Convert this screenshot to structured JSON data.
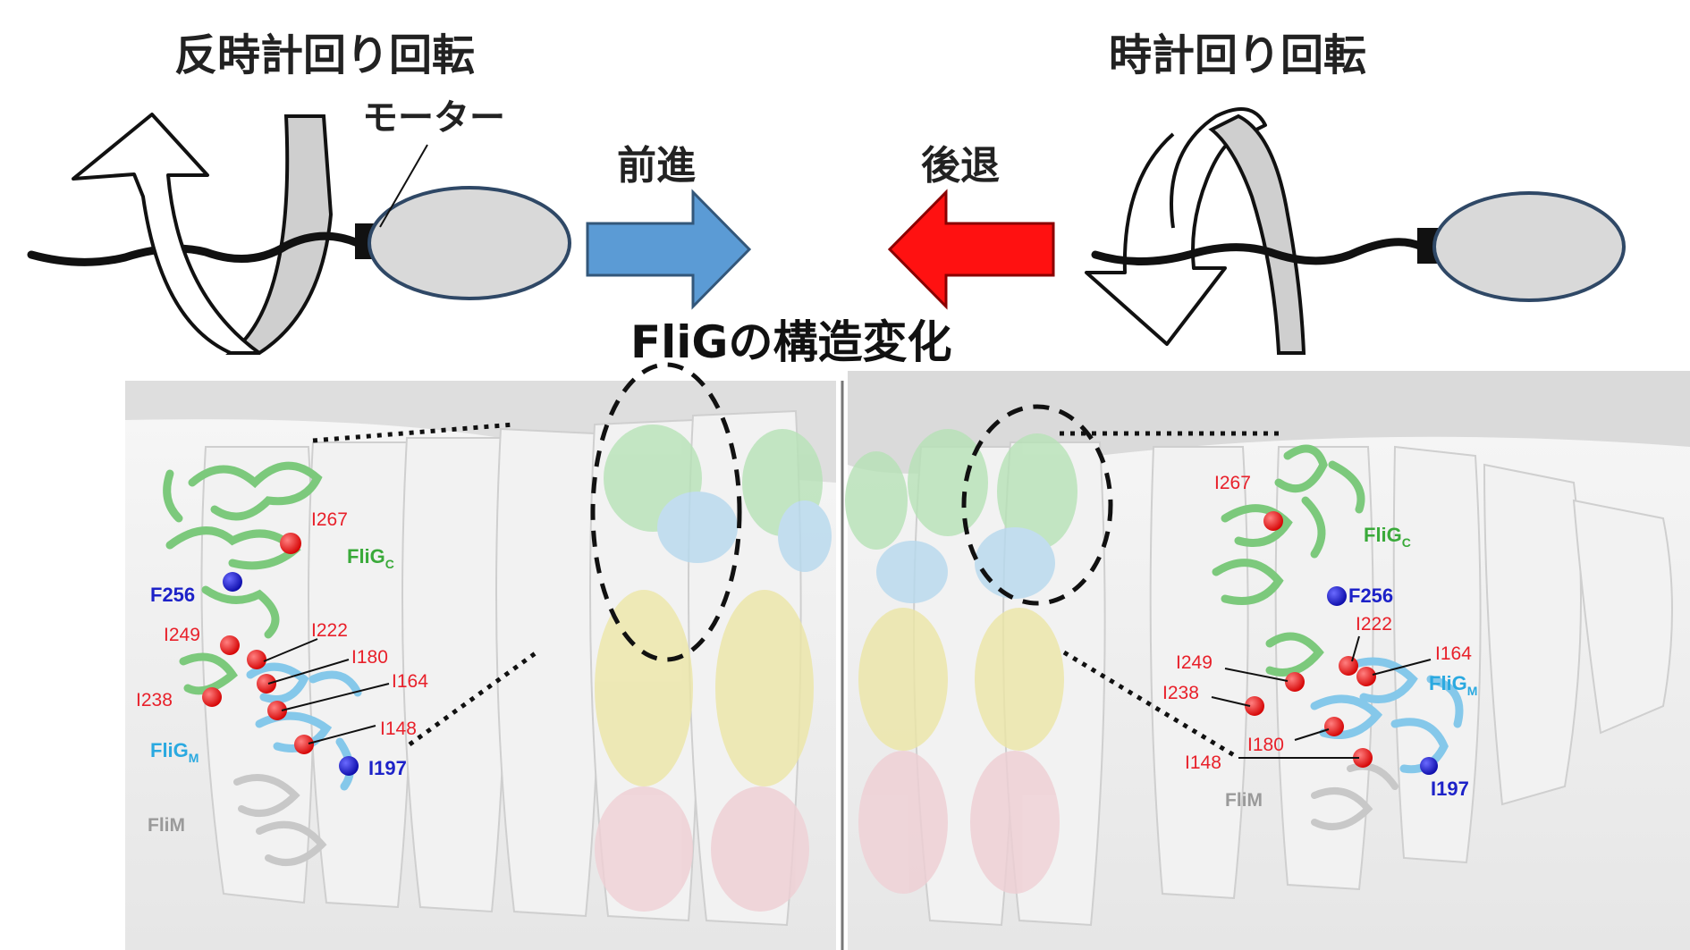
{
  "top": {
    "left_title": "反時計回り回転",
    "right_title": "時計回り回転",
    "motor_label": "モーター",
    "forward_label": "前進",
    "backward_label": "後退",
    "section_title": "FliGの構造変化"
  },
  "colors": {
    "forward_arrow": "#5b9bd5",
    "backward_arrow": "#ff1111",
    "cell_body": "#d9d9d9",
    "fliG_C": "#8fd08f",
    "fliG_M": "#8ccbea",
    "fliM": "#e0e0e0",
    "residue_red": "#ee1111",
    "residue_blue": "#1515cc"
  },
  "left_panel": {
    "residues_red": [
      "I267",
      "I249",
      "I222",
      "I180",
      "I164",
      "I238",
      "I148"
    ],
    "residues_blue": [
      "F256",
      "I197"
    ],
    "fliGC_main": "FliG",
    "fliGC_sub": "C",
    "fliGM_main": "FliG",
    "fliGM_sub": "M",
    "fliM": "FliM"
  },
  "right_panel": {
    "residues_red": [
      "I267",
      "I222",
      "I249",
      "I164",
      "I238",
      "I180",
      "I148"
    ],
    "residues_blue": [
      "F256",
      "I197"
    ],
    "fliGC_main": "FliG",
    "fliGC_sub": "C",
    "fliGM_main": "FliG",
    "fliGM_sub": "M",
    "fliM": "FliM"
  }
}
